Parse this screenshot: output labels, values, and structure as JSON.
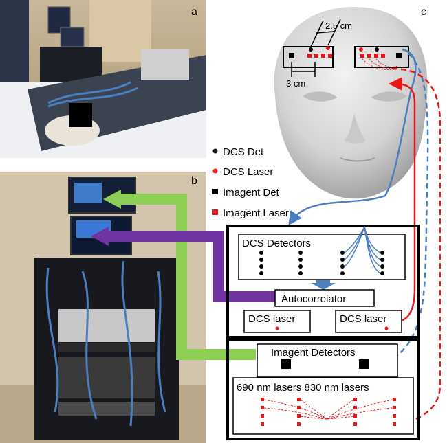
{
  "panels": {
    "a": "a",
    "b": "b",
    "c": "c"
  },
  "head_labels": {
    "spacing_top": "2.5 cm",
    "spacing_bottom": "3 cm"
  },
  "legend": [
    {
      "label": "DCS Det",
      "color": "#000000",
      "shape": "dot"
    },
    {
      "label": "DCS Laser",
      "color": "#e8171b",
      "shape": "dot"
    },
    {
      "label": "Imagent Det",
      "color": "#000000",
      "shape": "square"
    },
    {
      "label": "Imagent Laser",
      "color": "#e8171b",
      "shape": "square"
    }
  ],
  "dcs_box": {
    "detectors": "DCS Detectors",
    "autocorrelator": "Autocorrelator",
    "laser_left": "DCS laser",
    "laser_right": "DCS laser"
  },
  "imagent_box": {
    "detectors": "Imagent Detectors",
    "lasers": "690 nm lasers 830 nm lasers"
  },
  "colors": {
    "blue_fiber": "#4a7fc1",
    "red_fiber": "#e8171b",
    "green_arrow": "#8dcf54",
    "purple_arrow": "#7033a0",
    "arrow_blue_fill": "#4f81bd"
  }
}
